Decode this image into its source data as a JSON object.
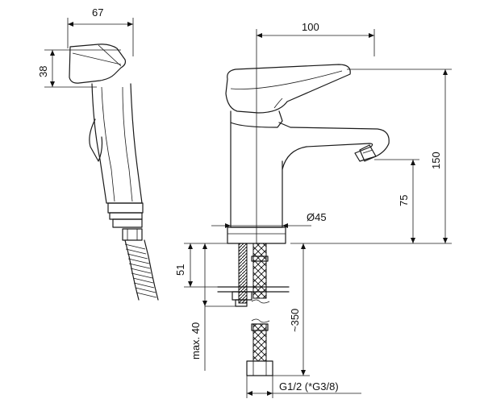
{
  "dimensions": {
    "sprayer_width": "67",
    "sprayer_head_height": "38",
    "faucet_reach": "100",
    "faucet_height": "150",
    "spout_height": "75",
    "body_diameter": "Ø45",
    "shank_length": "51",
    "max_deck_thickness": "max. 40",
    "hose_length": "~350"
  },
  "labels": {
    "connection": "G1/2 (*G3/8)"
  },
  "colors": {
    "line": "#1a1a1a",
    "background": "#ffffff"
  }
}
